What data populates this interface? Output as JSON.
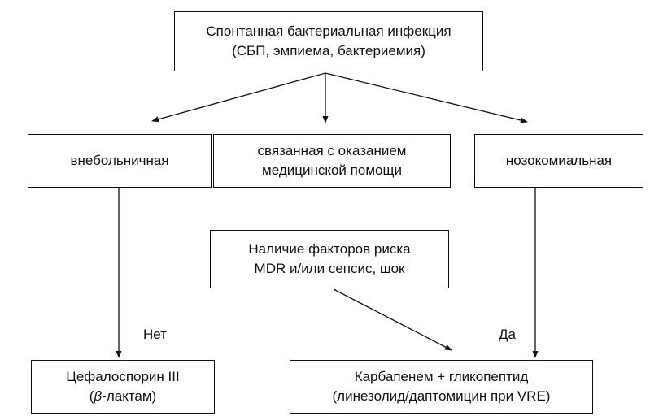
{
  "nodes": {
    "root": {
      "line1": "Спонтанная бактериальная инфекция",
      "line2": "(СБП, эмпиема, бактериемия)"
    },
    "community": {
      "line1": "внебольничная"
    },
    "healthcare": {
      "line1": "связанная с оказанием",
      "line2": "медицинской помощи"
    },
    "nosocomial": {
      "line1": "нозокомиальная"
    },
    "risk": {
      "line1": "Наличие факторов риска",
      "line2": "MDR и/или сепсис, шок"
    },
    "ceph": {
      "line1": "Цефалоспорин III",
      "line2_beta": "β",
      "line2_rest": "-лактам)",
      "line2_open": "("
    },
    "carba": {
      "line1": "Карбапенем + гликопептид",
      "line2": "(линезолид/даптомицин при VRE)"
    }
  },
  "edge_labels": {
    "no": "Нет",
    "yes": "Да"
  }
}
